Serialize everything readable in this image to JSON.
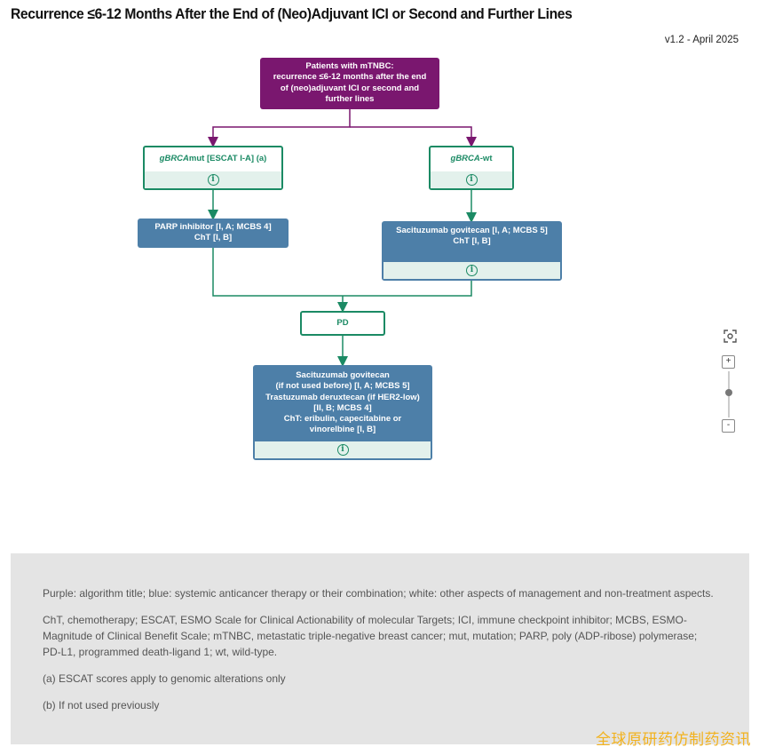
{
  "page": {
    "title": "Recurrence ≤6-12 Months After the End of (Neo)Adjuvant ICI or Second and Further Lines",
    "version": "v1.2 - April 2025"
  },
  "flowchart": {
    "root": {
      "text": "Patients with mTNBC:\nrecurrence ≤6-12 months after the end\nof (neo)adjuvant ICI or second and\nfurther lines",
      "color": "#7a176f"
    },
    "branch_left": {
      "label_italic": "gBRCA",
      "label_rest": "mut [ESCAT I-A] (a)",
      "treatment": "PARP inhibitor [I, A; MCBS 4]\nChT [I, B]"
    },
    "branch_right": {
      "label_italic": "gBRCA",
      "label_rest": "-wt",
      "treatment": "Sacituzumab govitecan [I, A; MCBS 5]\nChT [I, B]"
    },
    "pd": {
      "label": "PD"
    },
    "final": {
      "text": "Sacituzumab govitecan\n(if not used before) [I, A; MCBS 5]\nTrastuzumab deruxtecan (if HER2-low)\n[II, B; MCBS 4]\nChT: eribulin, capecitabine or\nvinorelbine [I, B]"
    },
    "info_icon": "info-circle-icon",
    "colors": {
      "purple": "#7a176f",
      "green": "#1b8a64",
      "blue": "#4d7fa8"
    }
  },
  "zoom_controls": {
    "fit_icon": "fit-screen-icon",
    "zoom_in": "+",
    "zoom_out": "-"
  },
  "footer": {
    "legend": "Purple: algorithm title; blue: systemic anticancer therapy or their combination; white: other aspects of management and non-treatment aspects.",
    "abbreviations": "ChT, chemotherapy; ESCAT, ESMO Scale for Clinical Actionability of molecular Targets; ICI, immune checkpoint inhibitor; MCBS, ESMO-Magnitude of Clinical Benefit Scale; mTNBC, metastatic triple-negative breast cancer; mut, mutation; PARP, poly (ADP-ribose) polymerase; PD-L1, programmed death-ligand 1; wt, wild-type.",
    "note_a": "(a) ESCAT scores apply to genomic alterations only",
    "note_b": "(b) If not used previously"
  },
  "watermark": "全球原研药仿制药资讯"
}
